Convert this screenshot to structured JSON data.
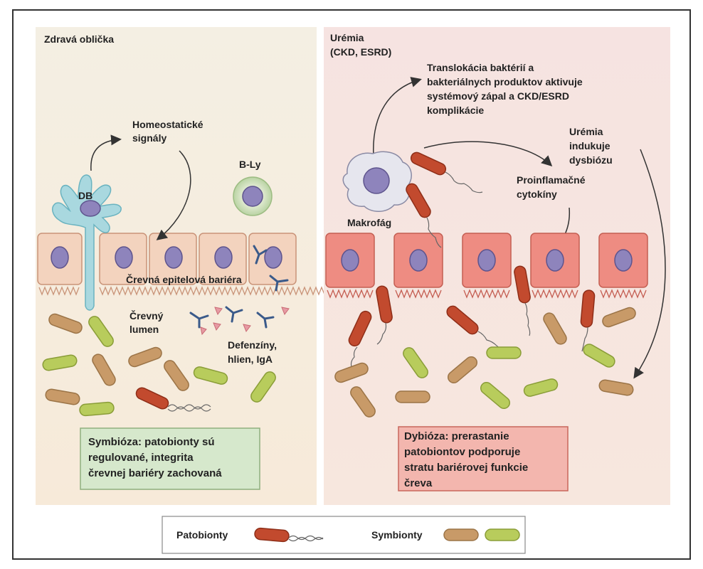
{
  "left_panel": {
    "title": "Zdravá oblička",
    "labels": {
      "homeostatic_1": "Homeostatické",
      "homeostatic_2": "signály",
      "db": "DB",
      "bly": "B-Ly",
      "barrier": "Črevná epitelová bariéra",
      "lumen_1": "Črevný",
      "lumen_2": "lumen",
      "defensins_1": "Defenzíny,",
      "defensins_2": "hlien, IgA"
    },
    "summary": [
      "Symbióza: patobionty sú",
      "regulované, integrita",
      "črevnej bariéry zachovaná"
    ]
  },
  "right_panel": {
    "title_1": "Urémia",
    "title_2": "(CKD, ESRD)",
    "labels": {
      "translocation": [
        "Translokácia baktérií a",
        "bakteriálnych produktov aktivuje",
        "systémový zápal a CKD/ESRD",
        "komplikácie"
      ],
      "uremia": [
        "Urémia",
        "indukuje",
        "dysbiózu"
      ],
      "cytokines": [
        "Proinflamačné",
        "cytokíny"
      ],
      "macrophage": "Makrofág"
    },
    "summary": [
      "Dybióza: prerastanie",
      "patobiontov podporuje",
      "stratu bariérovej funkcie",
      "čreva"
    ]
  },
  "legend": {
    "pathobionts": "Patobionty",
    "symbionts": "Symbionty"
  },
  "colors": {
    "left_bg_top": "#f5f0e4",
    "right_bg_top": "#f5e4e2",
    "healthy_cell": "#f3d2bd",
    "uremic_cell": "#ee8c82",
    "nucleus": "#8e84bc",
    "pathobiont": "#c24a2e",
    "symbiont_tan": "#c89a68",
    "symbiont_green": "#b8cc5c",
    "dendritic": "#a9d8df",
    "left_box": "#d6e8cc",
    "right_box": "#f3b6ae"
  }
}
